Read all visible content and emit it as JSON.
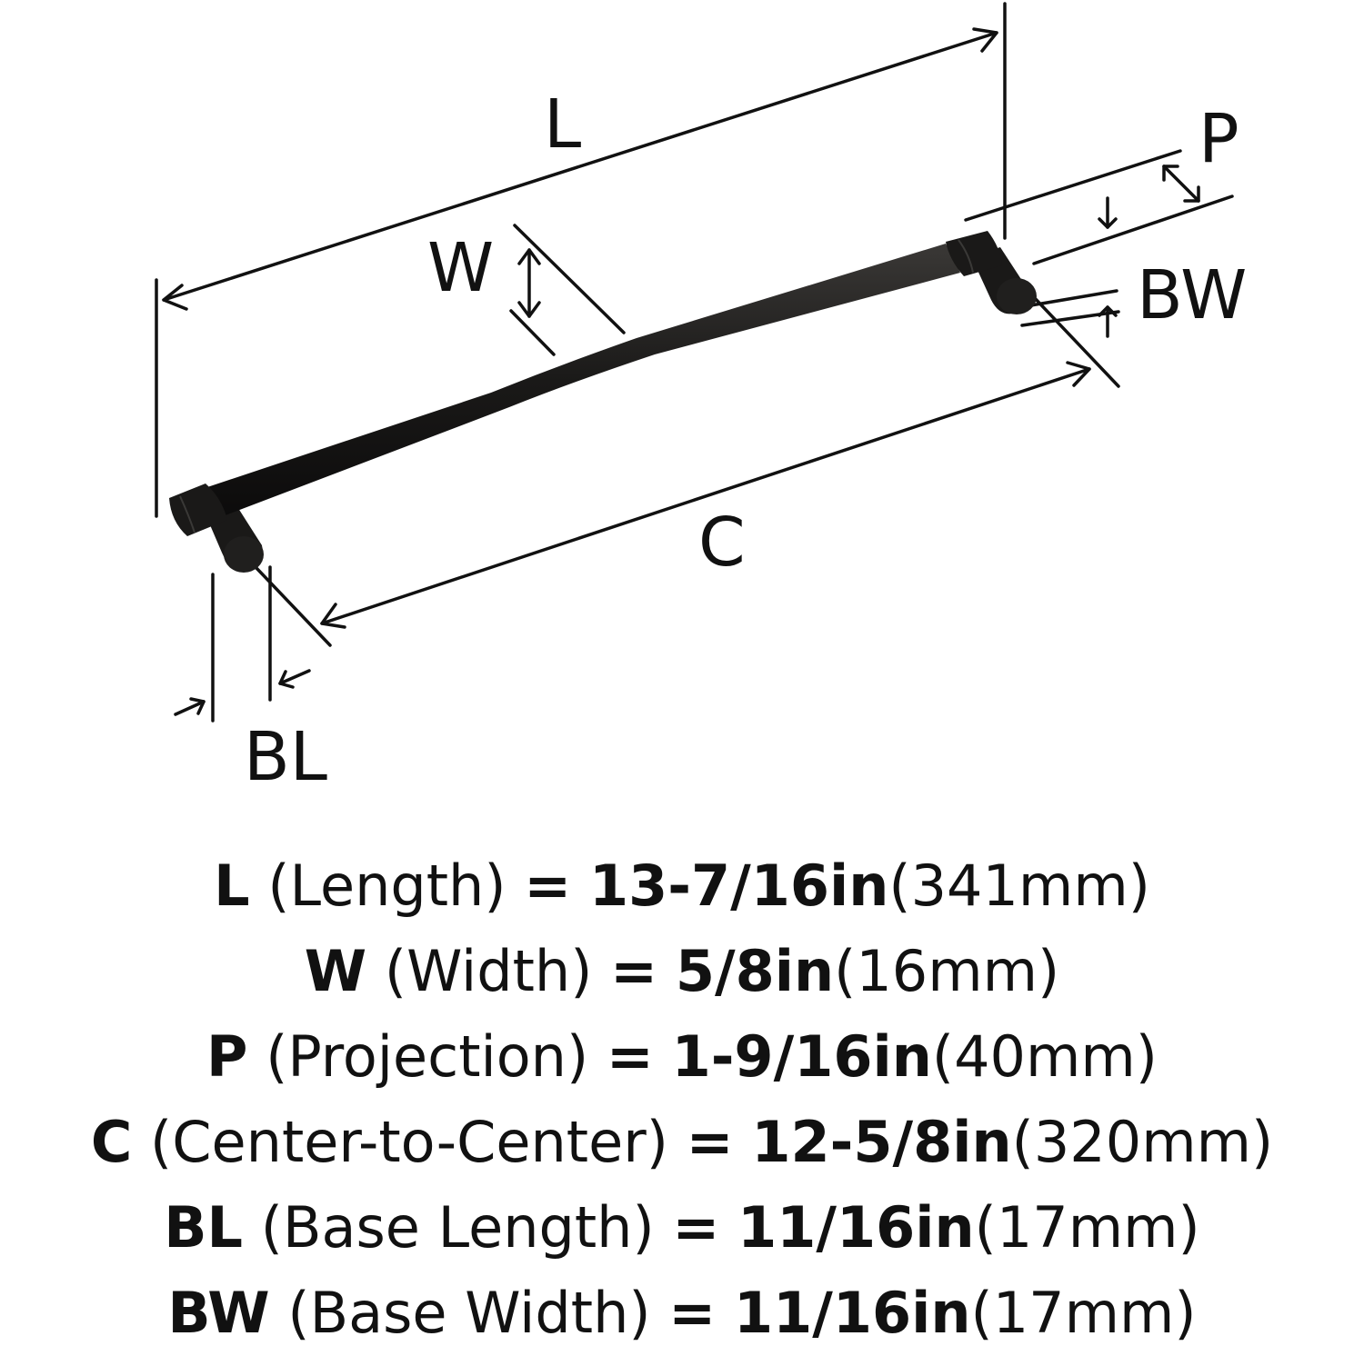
{
  "diagram": {
    "labels": {
      "L": "L",
      "W": "W",
      "P": "P",
      "BW": "BW",
      "C": "C",
      "BL": "BL"
    }
  },
  "colors": {
    "line": "#111111",
    "handle": "#1e1d1c"
  },
  "specs": [
    {
      "code": "L",
      "name": "(Length)",
      "eq": "=",
      "imperial": "13-7/16in",
      "metric": "(341mm)"
    },
    {
      "code": "W",
      "name": "(Width)",
      "eq": "=",
      "imperial": "5/8in",
      "metric": "(16mm)"
    },
    {
      "code": "P",
      "name": "(Projection)",
      "eq": "=",
      "imperial": "1-9/16in",
      "metric": "(40mm)"
    },
    {
      "code": "C",
      "name": "(Center-to-Center)",
      "eq": "=",
      "imperial": "12-5/8in",
      "metric": "(320mm)"
    },
    {
      "code": "BL",
      "name": "(Base Length)",
      "eq": "=",
      "imperial": "11/16in",
      "metric": "(17mm)"
    },
    {
      "code": "BW",
      "name": "(Base Width)",
      "eq": "=",
      "imperial": "11/16in",
      "metric": "(17mm)"
    }
  ]
}
